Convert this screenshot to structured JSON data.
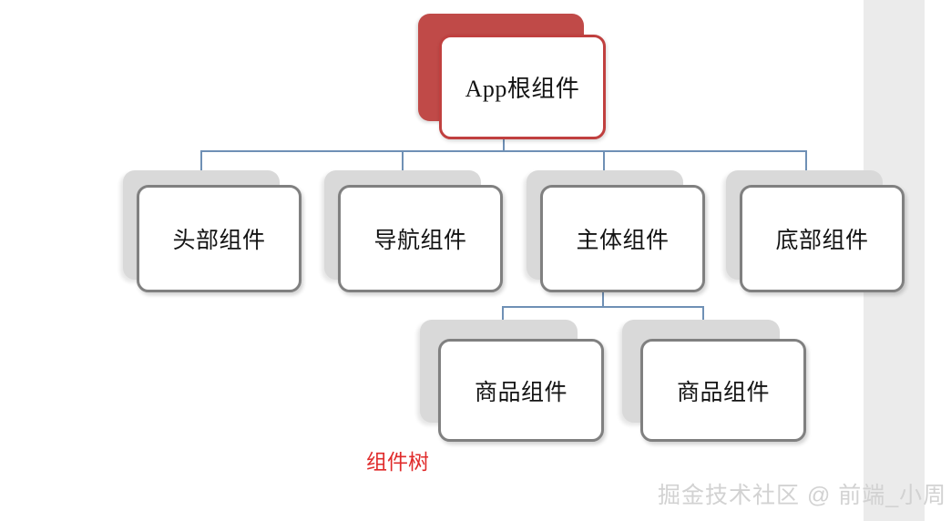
{
  "diagram": {
    "title": "组件树",
    "annotation_label": "组件树",
    "root": {
      "label_latin": "App",
      "label_cjk": "根组件",
      "label_full": "App根组件"
    },
    "level2": [
      {
        "label": "头部组件"
      },
      {
        "label": "导航组件"
      },
      {
        "label": "主体组件"
      },
      {
        "label": "底部组件"
      }
    ],
    "level3": [
      {
        "label": "商品组件"
      },
      {
        "label": "商品组件"
      }
    ],
    "colors": {
      "root_border": "#c0403f",
      "root_shadow": "#c04a48",
      "node_border": "#808080",
      "node_shadow": "#d9d9d9",
      "connector": "#6f90b5",
      "annotation": "#e02b2b",
      "watermark": "#d2d2d2",
      "right_band": "#ebebeb",
      "background": "#ffffff"
    }
  },
  "watermark": {
    "text": "掘金技术社区 @ 前端_小周"
  }
}
